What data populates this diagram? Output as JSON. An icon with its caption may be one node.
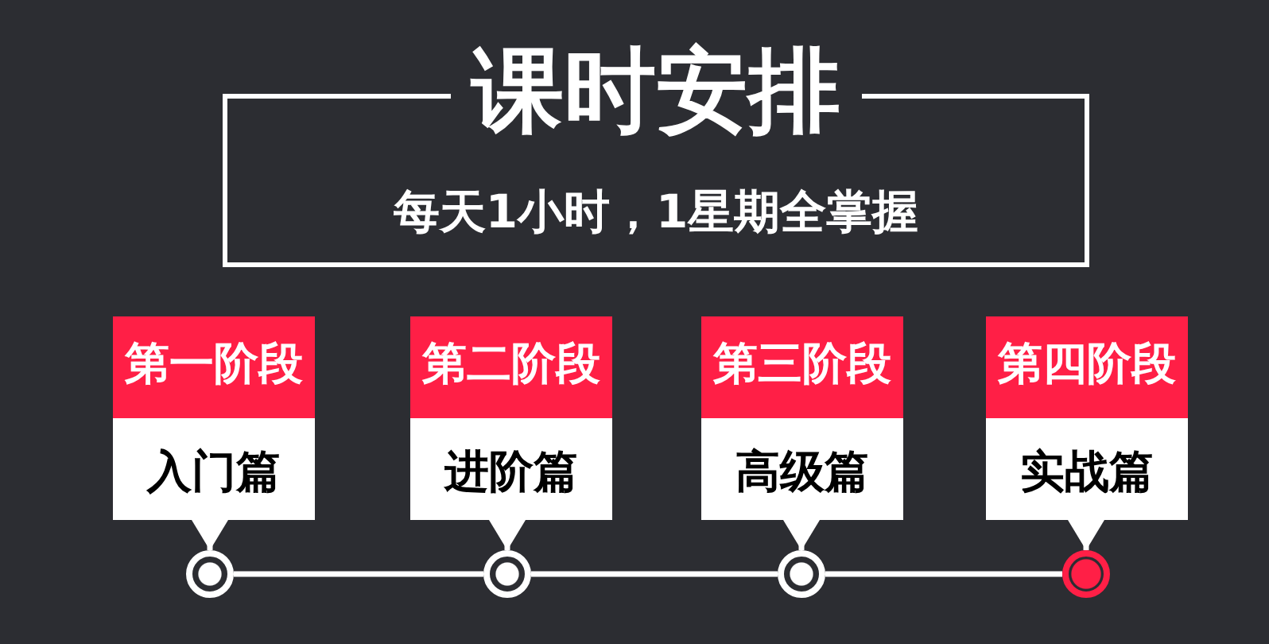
{
  "diagram": {
    "nodes": [
      {
        "text": [
          "课时安排",
          "每天1小时，1星期全掌握"
        ]
      },
      {
        "text": [
          "第一阶段",
          "入门篇"
        ]
      },
      {
        "text": [
          "第二阶段",
          "进阶篇"
        ]
      },
      {
        "text": [
          "第三阶段",
          "高级篇"
        ]
      },
      {
        "text": [
          "第四阶段",
          "实战篇"
        ]
      },
      {
        "text": [],
        "shape": "circle"
      },
      {
        "text": [],
        "shape": "circle"
      },
      {
        "text": [],
        "shape": "circle"
      },
      {
        "text": [],
        "shape": "circle"
      }
    ],
    "edges": [
      {
        "from": 1,
        "to": 5,
        "arrow": "to"
      },
      {
        "from": 2,
        "to": 6,
        "arrow": "to"
      },
      {
        "from": 3,
        "to": 7,
        "arrow": "to"
      },
      {
        "from": 4,
        "to": 8,
        "arrow": "to"
      },
      {
        "from": 5,
        "to": 6,
        "arrow": "none"
      },
      {
        "from": 6,
        "to": 7,
        "arrow": "none"
      },
      {
        "from": 7,
        "to": 8,
        "arrow": "none"
      }
    ]
  }
}
